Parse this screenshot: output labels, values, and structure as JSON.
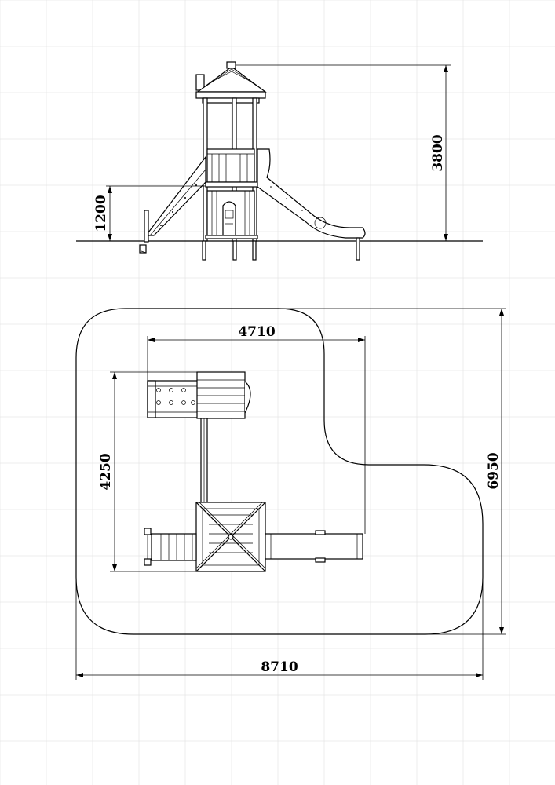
{
  "dimensions": {
    "height_total": "3800",
    "height_platform": "1200",
    "width_inner": "4710",
    "depth_inner": "4250",
    "depth_total": "6950",
    "width_total": "8710"
  },
  "colors": {
    "line": "#000000",
    "grid": "#dcdcdc",
    "background": "#ffffff"
  }
}
